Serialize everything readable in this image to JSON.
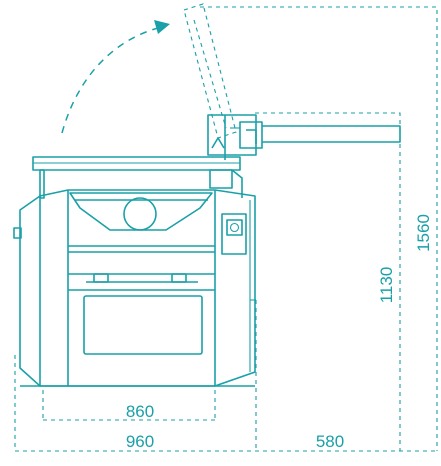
{
  "dimensions": {
    "width_860": "860",
    "width_960": "960",
    "width_580": "580",
    "height_1130": "1130",
    "height_1560": "1560"
  },
  "colors": {
    "line": "#1aa0a8",
    "background": "#ffffff"
  },
  "icons": {
    "rotation_arrow": "curved-dashed-arrow",
    "control_switch": "square-rotary-switch"
  }
}
